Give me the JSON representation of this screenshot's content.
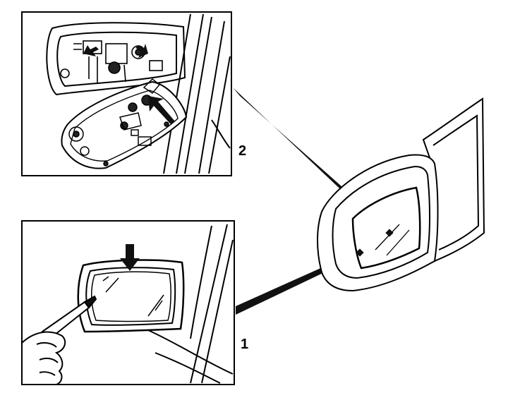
{
  "callouts": [
    {
      "id": "2",
      "label": "2"
    },
    {
      "id": "1",
      "label": "1"
    }
  ],
  "colors": {
    "ink": "#000000",
    "paper": "#ffffff",
    "shade": "#1a1a1a"
  },
  "icons": [
    "arrow-down-icon",
    "arrow-diagonal-icon",
    "screwdriver-icon",
    "hand-icon"
  ]
}
